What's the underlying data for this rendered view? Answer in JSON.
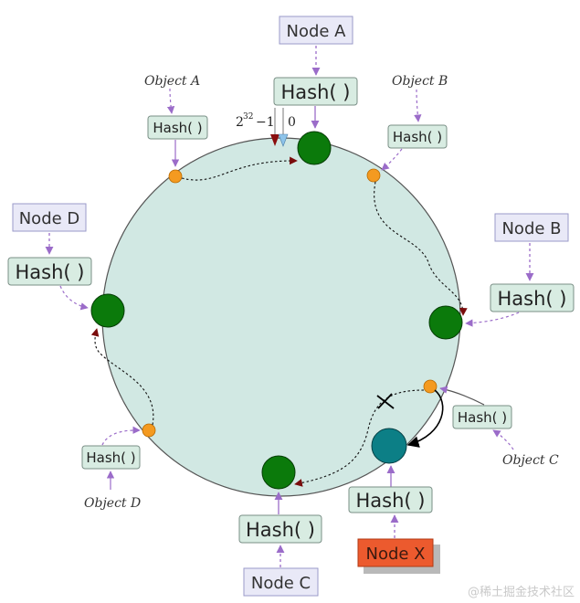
{
  "nodes": {
    "a": "Node A",
    "b": "Node B",
    "c": "Node C",
    "d": "Node D",
    "x": "Node X"
  },
  "hash_label": "Hash( )",
  "objects": {
    "a": "Object A",
    "b": "Object B",
    "c": "Object C",
    "d": "Object D"
  },
  "ring": {
    "max_base": "2",
    "max_exp": "32",
    "max_suffix": "−1",
    "zero": "0"
  },
  "watermark": "@稀土掘金技术社区",
  "colors": {
    "ring_fill": "#d1e8e3",
    "node": "#0b7a0b",
    "new_node": "#0c7f86",
    "object": "#f49a20",
    "hash_box": "#d8ece2",
    "node_box": "#e9e9f7",
    "arrow_purple": "#9b6cc9",
    "arrow_dark": "#7a0c0c",
    "node_x_box": "#ec5a2e"
  }
}
